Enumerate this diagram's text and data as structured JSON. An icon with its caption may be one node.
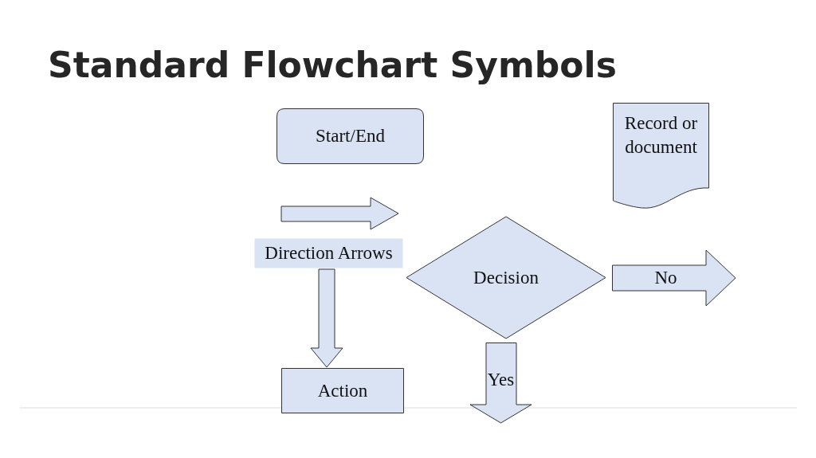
{
  "diagram": {
    "title": "Standard Flowchart Symbols",
    "nodes": [
      {
        "text": [
          "Start/End"
        ]
      },
      {
        "text": [
          "Record or document"
        ]
      },
      {
        "text": [
          "Direction Arrows"
        ]
      },
      {
        "text": [
          "Decision"
        ]
      },
      {
        "text": [
          "No"
        ]
      },
      {
        "text": [
          "Action"
        ]
      },
      {
        "text": [
          "Yes"
        ]
      }
    ],
    "edges": [
      {
        "from": 2,
        "to": 5,
        "arrow": "to"
      }
    ]
  }
}
